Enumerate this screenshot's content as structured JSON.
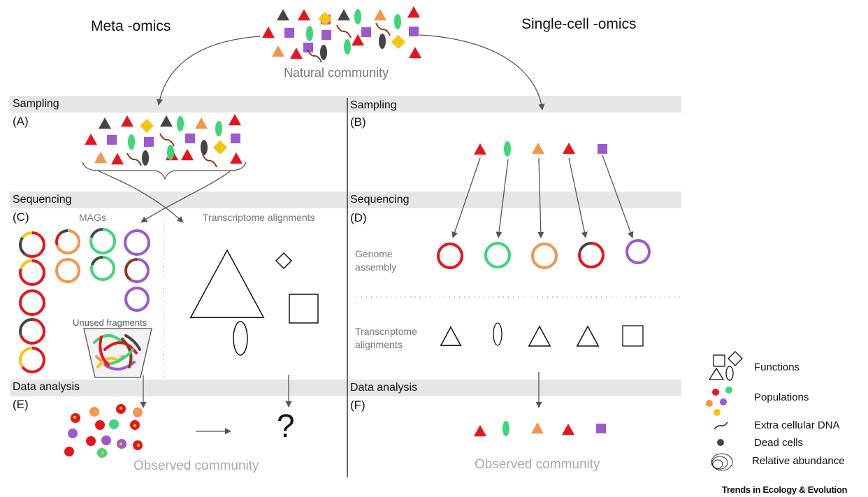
{
  "headings": {
    "meta": "Meta -omics",
    "single": "Single-cell -omics"
  },
  "natural_label": "Natural community",
  "sections": {
    "sampling": "Sampling",
    "sequencing": "Sequencing",
    "analysis": "Data analysis"
  },
  "panels": {
    "a": "(A)",
    "b": "(B)",
    "c": "(C)",
    "d": "(D)",
    "e": "(E)",
    "f": "(F)"
  },
  "labels": {
    "mags": "MAGs",
    "transcriptome": "Transcriptome alignments",
    "unused": "Unused fragments",
    "genome_1": "Genome",
    "genome_2": "assembly",
    "trans_1": "Transcriptome",
    "trans_2": "alignments",
    "observed_meta": "Observed community",
    "observed_single": "Observed community",
    "question": "?"
  },
  "legend": {
    "functions": "Functions",
    "populations": "Populations",
    "extracellular": "Extra cellular DNA",
    "dead": "Dead cells",
    "abundance": "Relative abundance"
  },
  "journal": "Trends in Ecology & Evolution",
  "colors": {
    "red": "#e8141b",
    "green": "#3ed67a",
    "orange": "#f2954e",
    "purple": "#9b59d0",
    "yellow": "#f6c40f",
    "dark": "#444444",
    "brown": "#8b3a1a",
    "band": "#e6e6e6"
  }
}
